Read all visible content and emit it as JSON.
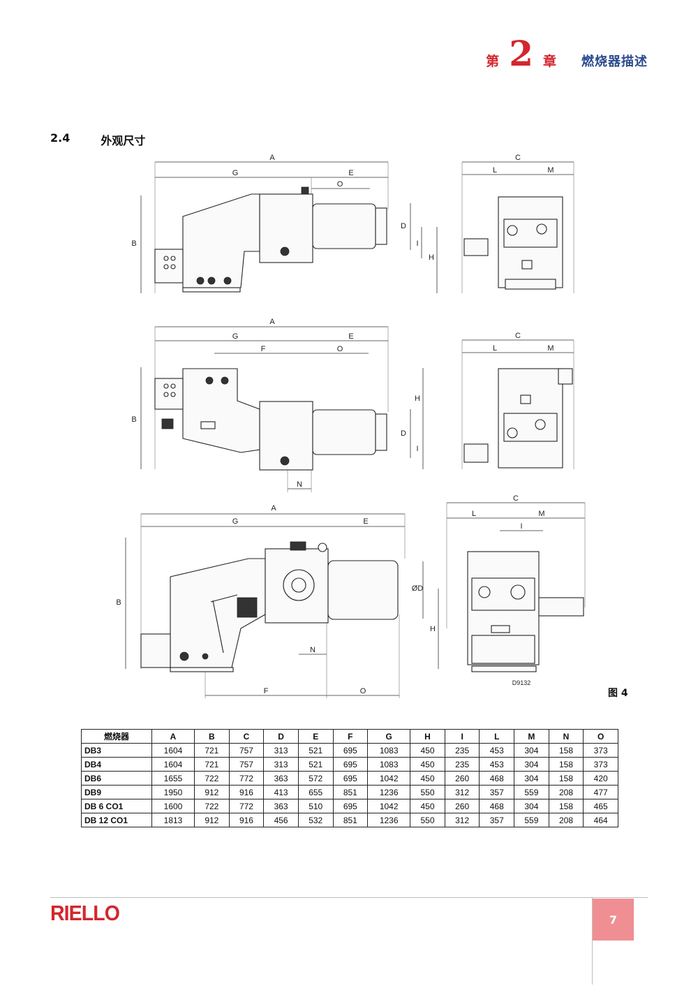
{
  "header": {
    "chapter_prefix": "第",
    "chapter_number": "2",
    "chapter_suffix": "章",
    "chapter_title": "燃烧器描述"
  },
  "section": {
    "number": "2.4",
    "title": "外观尺寸"
  },
  "figure": {
    "label": "图 4",
    "drawing_code": "D9132",
    "dimension_labels": [
      "A",
      "B",
      "C",
      "D",
      "E",
      "F",
      "G",
      "H",
      "I",
      "L",
      "M",
      "N",
      "O",
      "ØD"
    ]
  },
  "table": {
    "headers": [
      "燃烧器",
      "A",
      "B",
      "C",
      "D",
      "E",
      "F",
      "G",
      "H",
      "I",
      "L",
      "M",
      "N",
      "O"
    ],
    "rows": [
      [
        "DB3",
        "1604",
        "721",
        "757",
        "313",
        "521",
        "695",
        "1083",
        "450",
        "235",
        "453",
        "304",
        "158",
        "373"
      ],
      [
        "DB4",
        "1604",
        "721",
        "757",
        "313",
        "521",
        "695",
        "1083",
        "450",
        "235",
        "453",
        "304",
        "158",
        "373"
      ],
      [
        "DB6",
        "1655",
        "722",
        "772",
        "363",
        "572",
        "695",
        "1042",
        "450",
        "260",
        "468",
        "304",
        "158",
        "420"
      ],
      [
        "DB9",
        "1950",
        "912",
        "916",
        "413",
        "655",
        "851",
        "1236",
        "550",
        "312",
        "357",
        "559",
        "208",
        "477"
      ],
      [
        "DB 6 CO1",
        "1600",
        "722",
        "772",
        "363",
        "510",
        "695",
        "1042",
        "450",
        "260",
        "468",
        "304",
        "158",
        "465"
      ],
      [
        "DB 12 CO1",
        "1813",
        "912",
        "916",
        "456",
        "532",
        "851",
        "1236",
        "550",
        "312",
        "357",
        "559",
        "208",
        "464"
      ]
    ]
  },
  "footer": {
    "logo": "RIELLO",
    "page_number": "7"
  },
  "colors": {
    "brand_red": "#d3272e",
    "title_blue": "#2a4b8d",
    "page_box": "#ef8f93"
  }
}
